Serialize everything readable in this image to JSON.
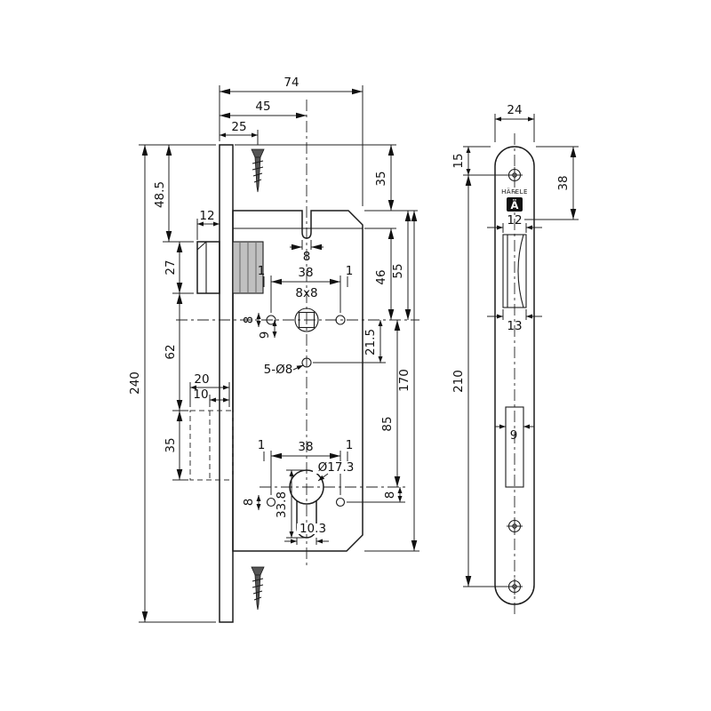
{
  "drawing": {
    "brand": "HÄFELE",
    "logo_letter": "Ä"
  },
  "dims_left": {
    "total_width": "74",
    "backset": "45",
    "screw_offset": "25",
    "plate_top_to_latch": "48.5",
    "latch_width": "12",
    "latch_height": "27",
    "latch_to_deadbolt": "62",
    "plate_length": "240",
    "deadbolt_width": "20",
    "deadbolt_inner": "10",
    "deadbolt_height": "35",
    "latch_slot_width": "8",
    "handle_hole_spacing": "38",
    "follower_square": "8x8",
    "offset_top_left": "1",
    "offset_top_right": "1",
    "handle_hole_dia": "8",
    "handle_hole_offset": "9",
    "case_top_to_follower": "46",
    "top_edge_to_follower": "55",
    "plate_top_to_case": "35",
    "follower_to_center_hole": "21.5",
    "fixing_holes": "5-Ø8",
    "follower_to_cylinder": "85",
    "case_height": "170",
    "cylinder_hole_spacing": "38",
    "offset_bottom_left": "1",
    "offset_bottom_right": "1",
    "cylinder_dia": "Ø17.3",
    "cylinder_side_offset": "8",
    "cylinder_hole_dia": "8",
    "cylinder_profile_height": "33.8",
    "cylinder_slot_width": "10.3"
  },
  "dims_right": {
    "plate_width": "24",
    "top_to_first_hole": "15",
    "top_to_logo": "38",
    "latch_cutout_width": "12",
    "latch_cutout_inner": "13",
    "hole_spacing": "210",
    "bolt_cutout_width": "9"
  }
}
